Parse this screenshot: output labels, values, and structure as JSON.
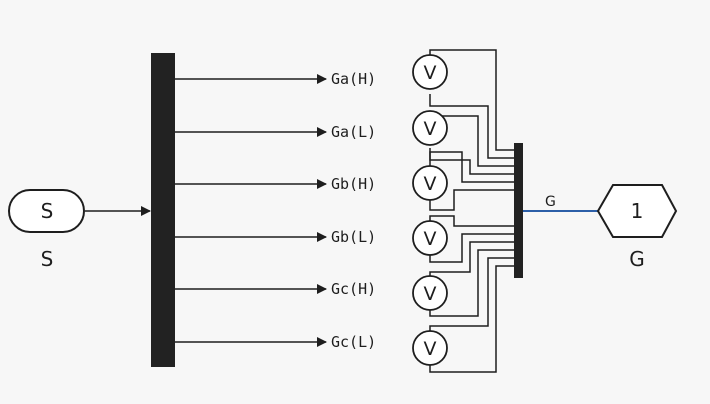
{
  "diagram": {
    "source_block": {
      "port_text": "S",
      "label": "S"
    },
    "demux_outputs": [
      {
        "label": "Ga(H)"
      },
      {
        "label": "Ga(L)"
      },
      {
        "label": "Gb(H)"
      },
      {
        "label": "Gb(L)"
      },
      {
        "label": "Gc(H)"
      },
      {
        "label": "Gc(L)"
      }
    ],
    "voltmeters": [
      {
        "symbol": "V"
      },
      {
        "symbol": "V"
      },
      {
        "symbol": "V"
      },
      {
        "symbol": "V"
      },
      {
        "symbol": "V"
      },
      {
        "symbol": "V"
      }
    ],
    "signal_label": "G",
    "output_port": {
      "port_text": "1",
      "label": "G"
    }
  },
  "colors": {
    "background": "#f7f7f7",
    "block": "#222222",
    "line": "#1e1e1e",
    "signal": "#2c5fa8"
  }
}
